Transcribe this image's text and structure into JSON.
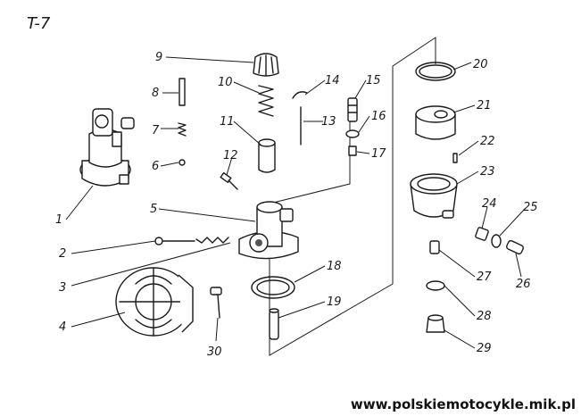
{
  "title": "T-7",
  "watermark": "www.polskiemotocykle.mik.pl",
  "callouts": [
    "1",
    "2",
    "3",
    "4",
    "5",
    "6",
    "7",
    "8",
    "9",
    "10",
    "11",
    "12",
    "13",
    "14",
    "15",
    "16",
    "17",
    "18",
    "19",
    "20",
    "21",
    "22",
    "23",
    "24",
    "25",
    "26",
    "27",
    "28",
    "29",
    "30"
  ]
}
